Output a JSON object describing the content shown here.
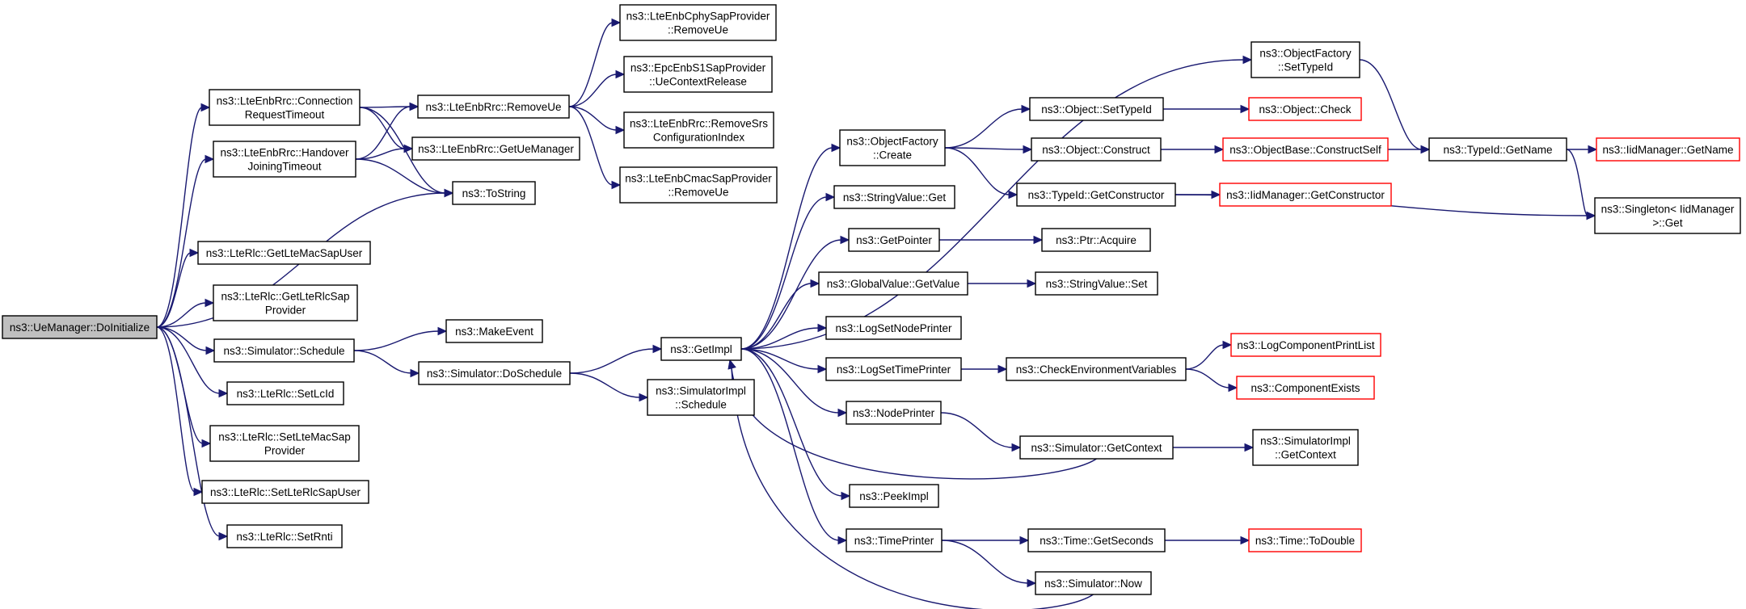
{
  "nodes": {
    "root": [
      "ns3::UeManager::DoInitialize"
    ],
    "connTimeout": [
      "ns3::LteEnbRrc::Connection",
      "RequestTimeout"
    ],
    "handoverTimeout": [
      "ns3::LteEnbRrc::Handover",
      "JoiningTimeout"
    ],
    "getLteMacSapUser": [
      "ns3::LteRlc::GetLteMacSapUser"
    ],
    "getLteRlcSapProvider": [
      "ns3::LteRlc::GetLteRlcSap",
      "Provider"
    ],
    "simSchedule": [
      "ns3::Simulator::Schedule"
    ],
    "setLcId": [
      "ns3::LteRlc::SetLcId"
    ],
    "setLteMacSapProvider": [
      "ns3::LteRlc::SetLteMacSap",
      "Provider"
    ],
    "setLteRlcSapUser": [
      "ns3::LteRlc::SetLteRlcSapUser"
    ],
    "setRnti": [
      "ns3::LteRlc::SetRnti"
    ],
    "removeUe": [
      "ns3::LteEnbRrc::RemoveUe"
    ],
    "getUeManager": [
      "ns3::LteEnbRrc::GetUeManager"
    ],
    "toString": [
      "ns3::ToString"
    ],
    "makeEvent": [
      "ns3::MakeEvent"
    ],
    "doSchedule": [
      "ns3::Simulator::DoSchedule"
    ],
    "cphyRemoveUe": [
      "ns3::LteEnbCphySapProvider",
      "::RemoveUe"
    ],
    "s1ContextRelease": [
      "ns3::EpcEnbS1SapProvider",
      "::UeContextRelease"
    ],
    "removeSrs": [
      "ns3::LteEnbRrc::RemoveSrs",
      "ConfigurationIndex"
    ],
    "cmacRemoveUe": [
      "ns3::LteEnbCmacSapProvider",
      "::RemoveUe"
    ],
    "getImpl": [
      "ns3::GetImpl"
    ],
    "simImplSchedule": [
      "ns3::SimulatorImpl",
      "::Schedule"
    ],
    "ofCreate": [
      "ns3::ObjectFactory",
      "::Create"
    ],
    "stringValueGet": [
      "ns3::StringValue::Get"
    ],
    "getPointer": [
      "ns3::GetPointer"
    ],
    "gvGetValue": [
      "ns3::GlobalValue::GetValue"
    ],
    "logSetNodePrinter": [
      "ns3::LogSetNodePrinter"
    ],
    "logSetTimePrinter": [
      "ns3::LogSetTimePrinter"
    ],
    "nodePrinter": [
      "ns3::NodePrinter"
    ],
    "peekImpl": [
      "ns3::PeekImpl"
    ],
    "timePrinter": [
      "ns3::TimePrinter"
    ],
    "objSetTypeId": [
      "ns3::Object::SetTypeId"
    ],
    "objConstruct": [
      "ns3::Object::Construct"
    ],
    "typeIdGetConstructor": [
      "ns3::TypeId::GetConstructor"
    ],
    "ptrAcquire": [
      "ns3::Ptr::Acquire"
    ],
    "stringValueSet": [
      "ns3::StringValue::Set"
    ],
    "checkEnvVars": [
      "ns3::CheckEnvironmentVariables"
    ],
    "simGetContext": [
      "ns3::Simulator::GetContext"
    ],
    "timeGetSeconds": [
      "ns3::Time::GetSeconds"
    ],
    "simNow": [
      "ns3::Simulator::Now"
    ],
    "ofSetTypeId": [
      "ns3::ObjectFactory",
      "::SetTypeId"
    ],
    "objCheck": [
      "ns3::Object::Check"
    ],
    "objBaseConstructSelf": [
      "ns3::ObjectBase::ConstructSelf"
    ],
    "iidGetConstructor": [
      "ns3::IidManager::GetConstructor"
    ],
    "logComponentPrintList": [
      "ns3::LogComponentPrintList"
    ],
    "componentExists": [
      "ns3::ComponentExists"
    ],
    "simImplGetContext": [
      "ns3::SimulatorImpl",
      "::GetContext"
    ],
    "timeToDouble": [
      "ns3::Time::ToDouble"
    ],
    "typeIdGetName": [
      "ns3::TypeId::GetName"
    ],
    "iidGetName": [
      "ns3::IidManager::GetName"
    ],
    "singletonGet": [
      "ns3::Singleton< IidManager",
      ">::Get"
    ]
  },
  "colors": {
    "edge": "#191970",
    "node_border": "#000000",
    "truncated_border": "#ff0000",
    "root_fill": "#bfbfbf"
  }
}
